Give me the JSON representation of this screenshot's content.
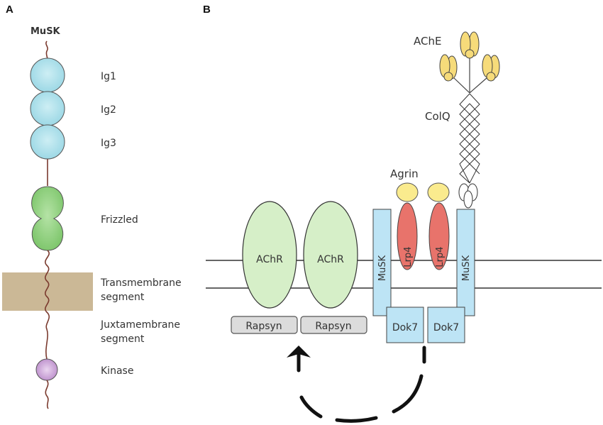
{
  "panel_a": {
    "label": "A",
    "protein": "MuSK",
    "domains": [
      {
        "name": "Ig1",
        "label": "Ig1"
      },
      {
        "name": "Ig2",
        "label": "Ig2"
      },
      {
        "name": "Ig3",
        "label": "Ig3"
      },
      {
        "name": "Frizzled",
        "label": "Frizzled"
      },
      {
        "name": "Transmembrane",
        "label1": "Transmembrane",
        "label2": "segment"
      },
      {
        "name": "Juxtamembrane",
        "label1": "Juxtamembrane",
        "label2": "segment"
      },
      {
        "name": "Kinase",
        "label": "Kinase"
      }
    ]
  },
  "panel_b": {
    "label": "B",
    "ache": "AChE",
    "colq": "ColQ",
    "agrin": "Agrin",
    "achr": [
      "AChR",
      "AChR"
    ],
    "rapsyn": [
      "Rapsyn",
      "Rapsyn"
    ],
    "musk": [
      "MuSK",
      "MuSK"
    ],
    "lrp4": [
      "Lrp4",
      "Lrp4"
    ],
    "dok7": [
      "Dok7",
      "Dok7"
    ]
  },
  "colors": {
    "ig": "#a8dde8",
    "frizzled": "#8fd07e",
    "membrane_band": "#cbb896",
    "kinase": "#c9a0d6",
    "chain": "#7a3a2e",
    "achr": "#d6efc8",
    "musk_box": "#bde4f5",
    "lrp4": "#e8736b",
    "agrin": "#faeb8e",
    "ache": "#f6db7a",
    "rapsyn": "#d9d9d9"
  }
}
